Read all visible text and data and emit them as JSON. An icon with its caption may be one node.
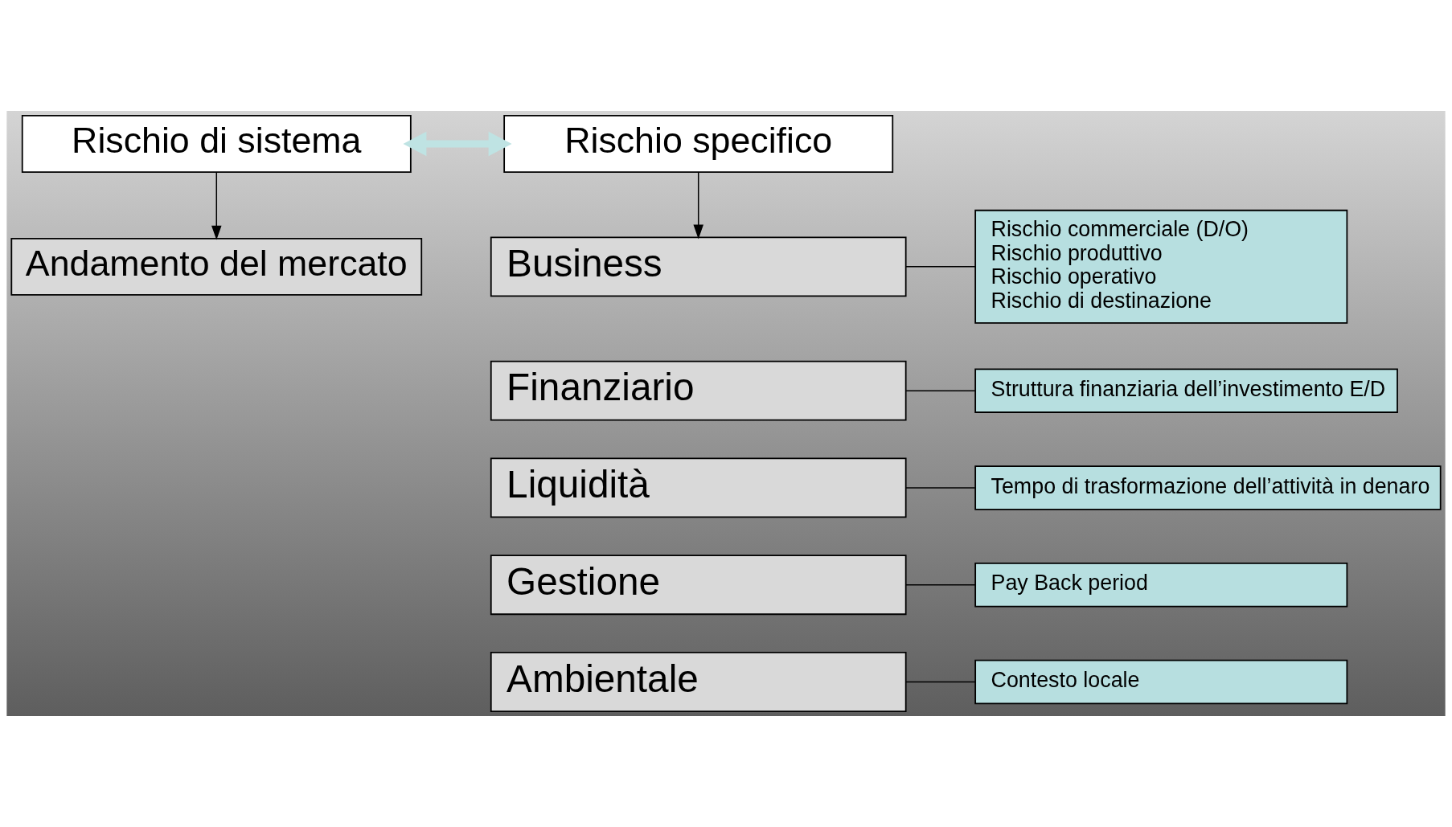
{
  "diagram": {
    "nodes": [
      {
        "text": [
          "Rischio di sistema"
        ]
      },
      {
        "text": [
          "Rischio specifico"
        ]
      },
      {
        "text": [
          "Andamento del mercato"
        ]
      },
      {
        "text": [
          "Business"
        ]
      },
      {
        "text": [
          "Finanziario"
        ]
      },
      {
        "text": [
          "Liquidità"
        ]
      },
      {
        "text": [
          "Gestione"
        ]
      },
      {
        "text": [
          "Ambientale"
        ]
      },
      {
        "text": [
          "Rischio commerciale (D/O)",
          "Rischio produttivo",
          "Rischio operativo",
          "Rischio di destinazione"
        ]
      },
      {
        "text": [
          "Struttura finanziaria dell’investimento E/D"
        ]
      },
      {
        "text": [
          "Tempo di trasformazione dell’attività in denaro"
        ]
      },
      {
        "text": [
          "Pay Back period"
        ]
      },
      {
        "text": [
          "Contesto locale"
        ]
      }
    ],
    "edges": [
      {
        "from": 0,
        "to": 1,
        "arrow": "both",
        "style": "thick",
        "color": "#bfe3e3"
      },
      {
        "from": 0,
        "to": 2,
        "arrow": "to"
      },
      {
        "from": 1,
        "to": 3,
        "arrow": "to"
      },
      {
        "from": 3,
        "to": 8,
        "arrow": "none"
      },
      {
        "from": 4,
        "to": 9,
        "arrow": "none"
      },
      {
        "from": 5,
        "to": 10,
        "arrow": "none"
      },
      {
        "from": 6,
        "to": 11,
        "arrow": "none"
      },
      {
        "from": 7,
        "to": 12,
        "arrow": "none"
      }
    ]
  }
}
